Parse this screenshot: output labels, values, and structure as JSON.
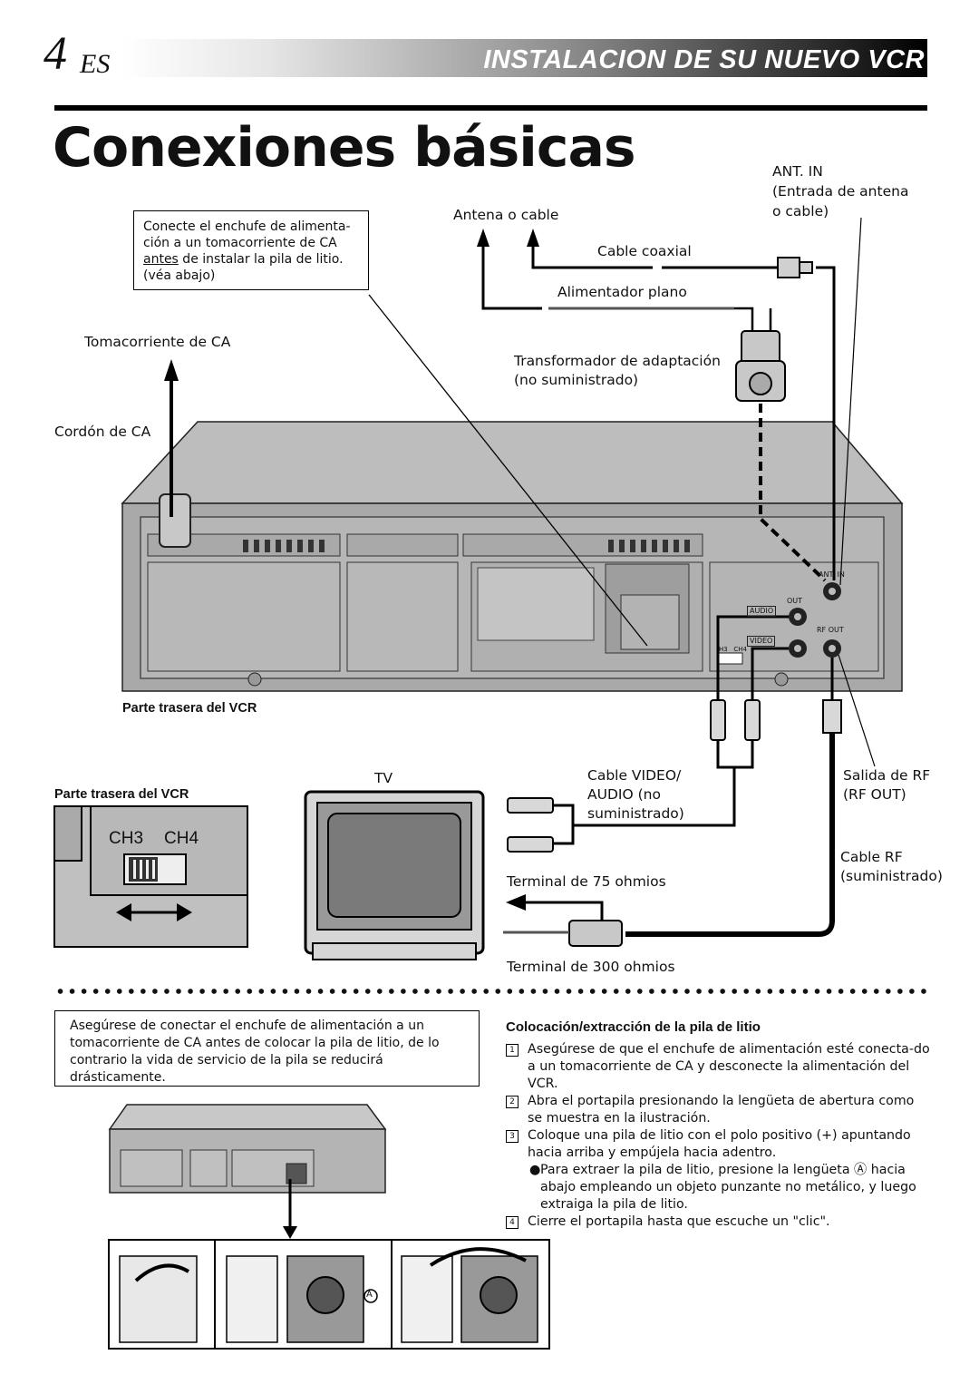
{
  "header": {
    "page_number": "4",
    "language": "ES",
    "section_title": "INSTALACION DE SU NUEVO VCR"
  },
  "title": "Conexiones básicas",
  "power_note": {
    "line1": "Conecte el enchufe de alimenta-",
    "line2": "ción a un tomacorriente de CA",
    "line3_underlined": "antes",
    "line3_rest": " de instalar la pila de litio.",
    "line4": "(véa abajo)"
  },
  "labels": {
    "ant_in_1": "ANT. IN",
    "ant_in_2": "(Entrada de antena",
    "ant_in_3": "o cable)",
    "antenna": "Antena o cable",
    "coax": "Cable coaxial",
    "flat_feeder": "Alimentador plano",
    "outlet": "Tomacorriente de CA",
    "transformer_1": "Transformador de adaptación",
    "transformer_2": "(no suministrado)",
    "ac_cord": "Cordón de CA",
    "vcr_rear_1": "Parte trasera del VCR",
    "vcr_rear_2": "Parte trasera del VCR",
    "tv": "TV",
    "av_cable_1": "Cable VIDEO/",
    "av_cable_2": "AUDIO (no",
    "av_cable_3": "suministrado)",
    "rf_out_1": "Salida de RF",
    "rf_out_2": "(RF OUT)",
    "rf_cable_1": "Cable RF",
    "rf_cable_2": "(suministrado)",
    "term75": "Terminal de 75 ohmios",
    "term300": "Terminal de 300 ohmios",
    "ch3": "CH3",
    "ch4": "CH4",
    "panel_ant_in": "ANT. IN",
    "panel_out": "OUT",
    "panel_audio": "AUDIO",
    "panel_video": "VIDEO",
    "panel_rf_out": "RF OUT",
    "panel_ch": "H3   CH4"
  },
  "warning_box": {
    "line1": "Asegúrese de conectar el enchufe de alimentación a un",
    "line2": "tomacorriente de CA antes de colocar la pila de litio, de lo",
    "line3": "contrario la vida de servicio de la pila se reducirá",
    "line4": "drásticamente."
  },
  "battery": {
    "heading": "Colocación/extracción de la pila de litio",
    "steps": [
      {
        "num": "1",
        "text": "Asegúrese de que el enchufe de alimentación esté conecta-do a un tomacorriente de CA y desconecte la alimentación del VCR."
      },
      {
        "num": "2",
        "text": "Abra el portapila presionando la lengüeta de abertura como se muestra en la ilustración."
      },
      {
        "num": "3",
        "text": "Coloque una pila de litio con el polo positivo (+) apuntando hacia arriba y empújela hacia adentro."
      }
    ],
    "bullet": "Para extraer la pila de litio, presione la lengüeta Ⓐ hacia abajo empleando un objeto punzante no metálico, y luego extraiga la pila de litio.",
    "step4_num": "4",
    "step4_text": "Cierre el portapila hasta que escuche un \"clic\".",
    "marker_a": "A"
  }
}
